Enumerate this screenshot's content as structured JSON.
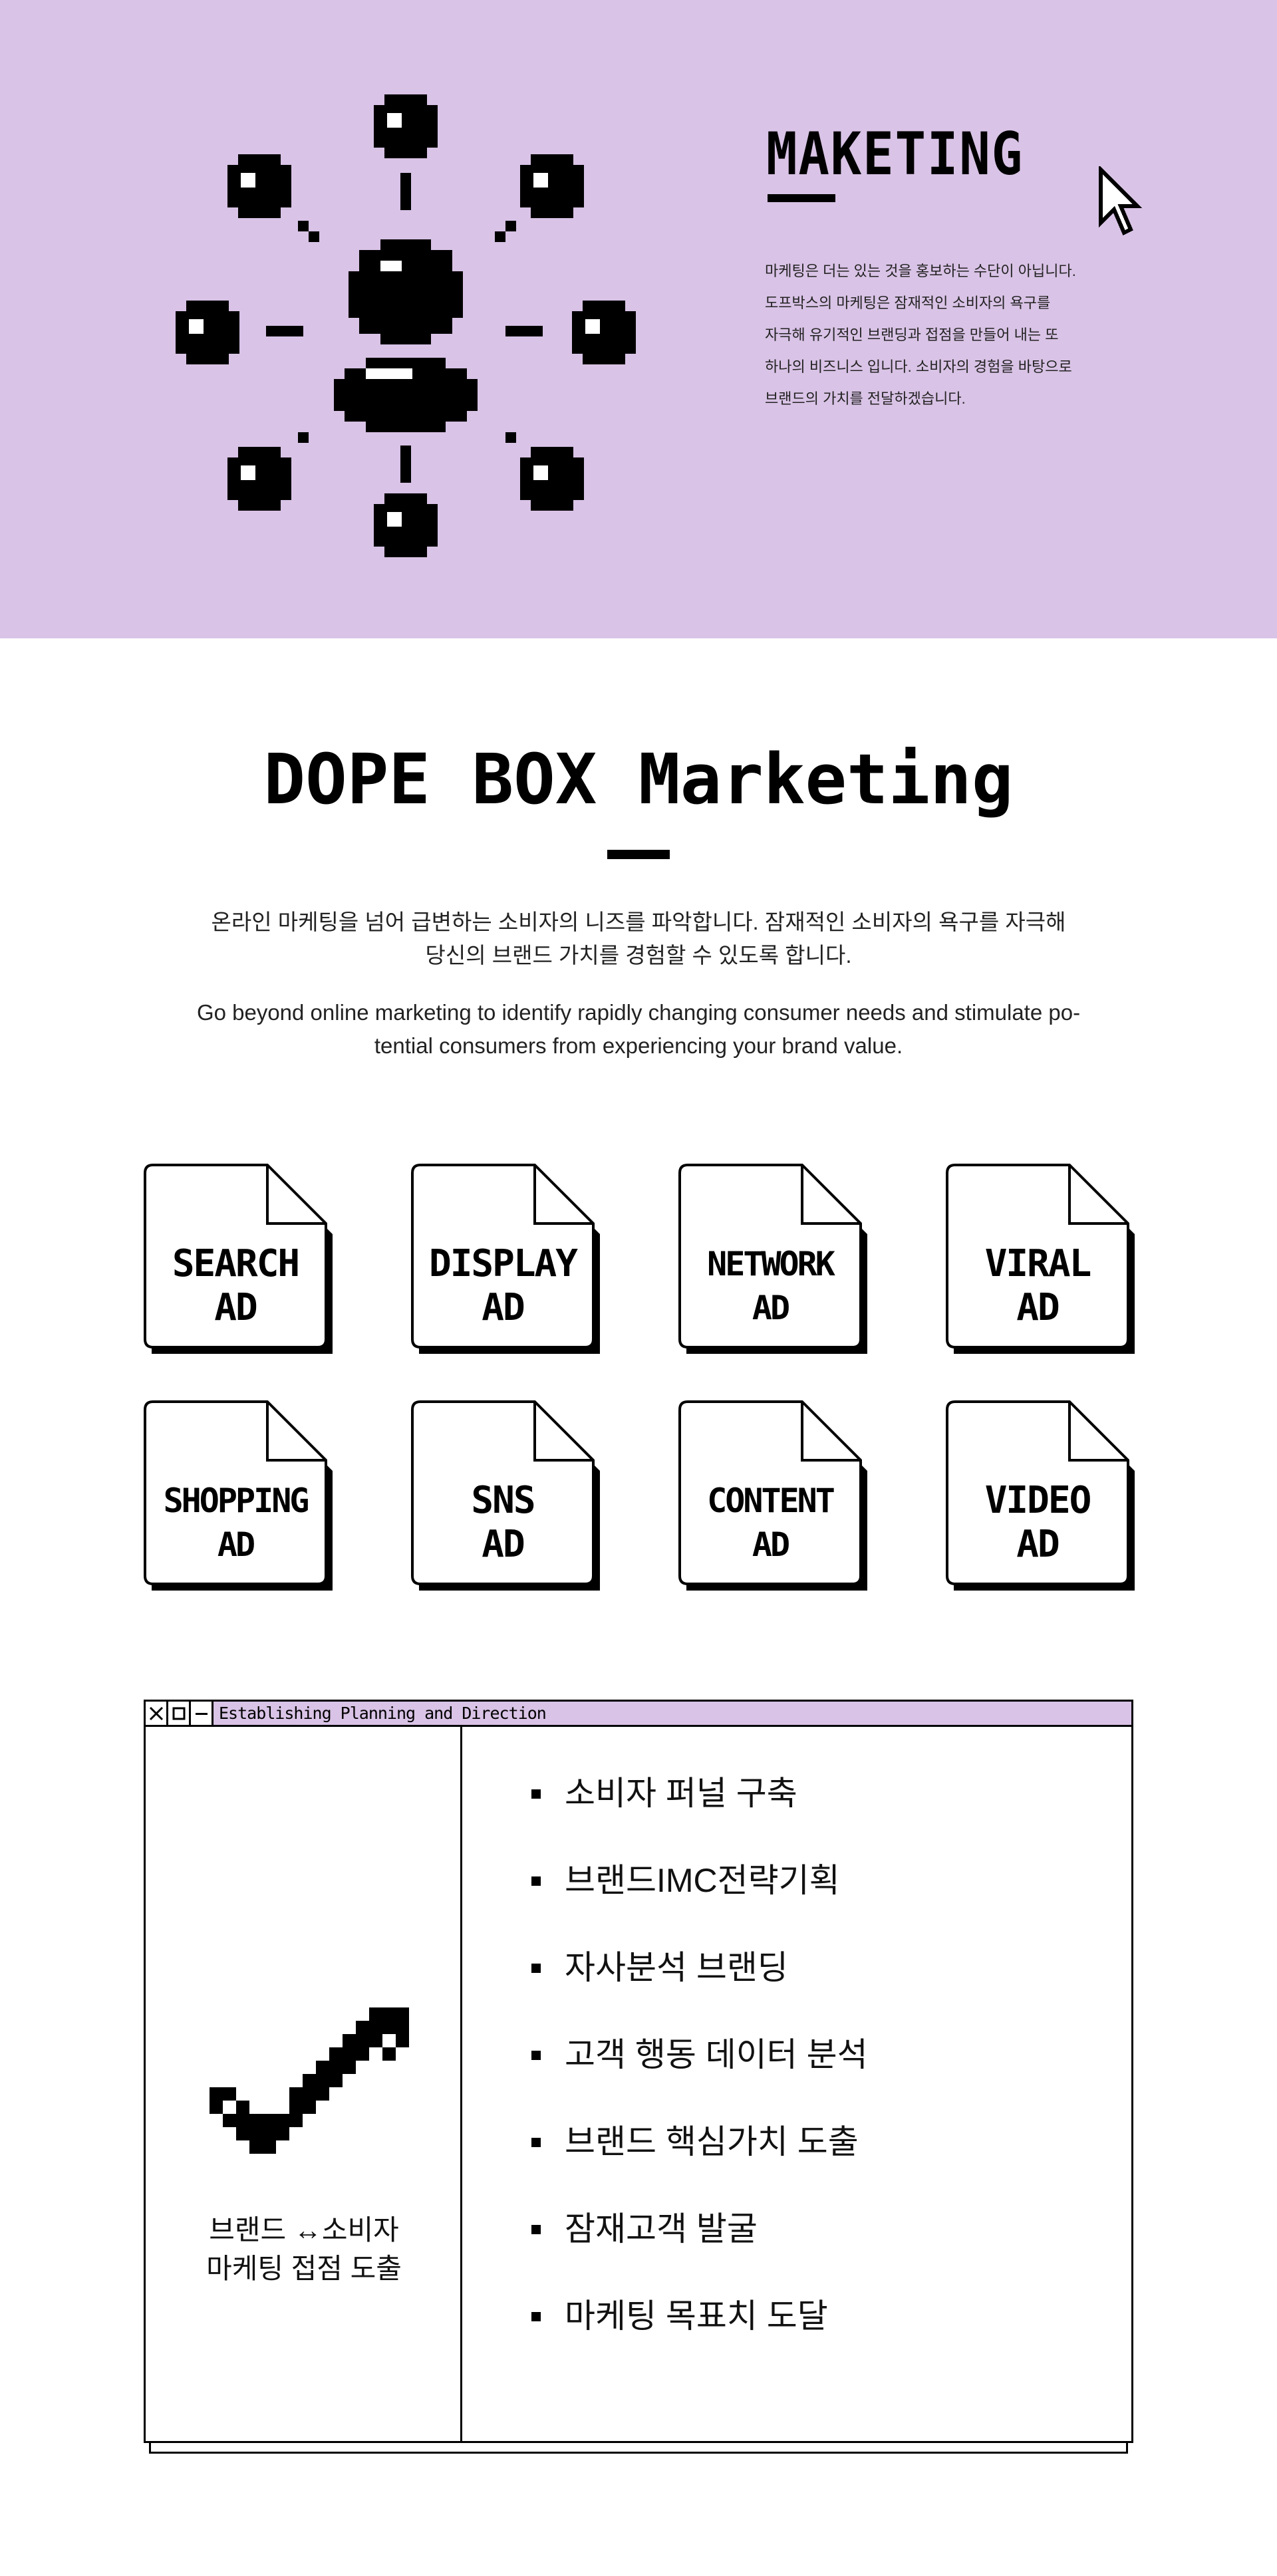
{
  "colors": {
    "accent": "#d9c3e6",
    "ink": "#000000",
    "background": "#ffffff"
  },
  "hero": {
    "title": "MAKETING",
    "description": [
      "마케팅은 더는 있는 것을 홍보하는 수단이 아닙니다.",
      "도프박스의 마케팅은 잠재적인 소비자의 욕구를",
      "자극해 유기적인 브랜딩과 접점을 만들어 내는 또",
      "하나의 비즈니스 입니다. 소비자의 경험을 바탕으로",
      "브랜드의 가치를 전달하겠습니다."
    ],
    "icons": [
      "network-illustration",
      "cursor-arrow-icon"
    ]
  },
  "intro": {
    "title": "DOPE BOX Marketing",
    "ko_line1": "온라인 마케팅을 넘어 급변하는 소비자의 니즈를 파악합니다.  잠재적인 소비자의 욕구를 자극해",
    "ko_line2": "당신의 브랜드 가치를 경험할 수 있도록 합니다.",
    "en_line1": "Go beyond online marketing to identify rapidly changing consumer needs and stimulate po-",
    "en_line2": "tential consumers from experiencing your brand value."
  },
  "ad_cards": [
    {
      "line1": "SEARCH",
      "line2": "AD"
    },
    {
      "line1": "DISPLAY",
      "line2": "AD"
    },
    {
      "line1": "NETWORK",
      "line2": "AD"
    },
    {
      "line1": "VIRAL",
      "line2": "AD"
    },
    {
      "line1": "SHOPPING",
      "line2": "AD"
    },
    {
      "line1": "SNS",
      "line2": "AD"
    },
    {
      "line1": "CONTENT",
      "line2": "AD"
    },
    {
      "line1": "VIDEO",
      "line2": "AD"
    }
  ],
  "window": {
    "title": "Establishing Planning and Direction",
    "buttons": [
      "close-icon",
      "maximize-icon",
      "minimize-icon"
    ],
    "left_caption_line1": "브랜드 ↔소비자",
    "left_caption_line2": "마케팅 접점 도출",
    "items": [
      "소비자 퍼널 구축",
      "브랜드IMC전략기획",
      "자사분석 브랜딩",
      "고객 행동 데이터 분석",
      "브랜드 핵심가치 도출",
      "잠재고객 발굴",
      "마케팅 목표치 도달"
    ]
  }
}
